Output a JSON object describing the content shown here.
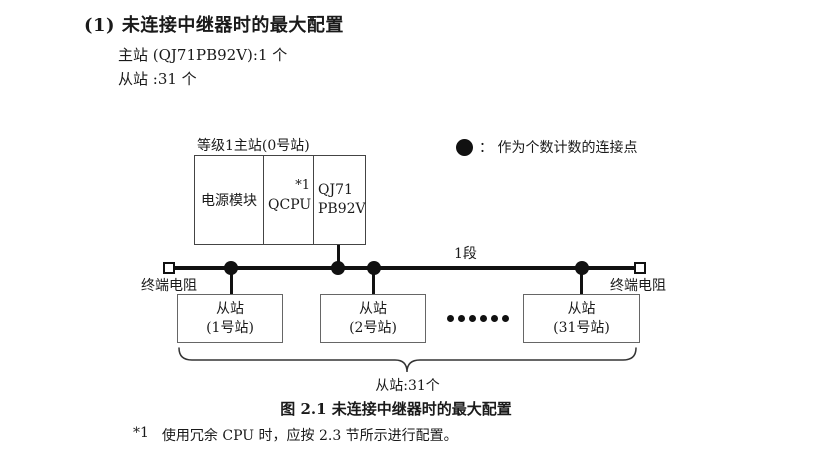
{
  "page": {
    "heading": "(1) 未连接中继器时的最大配置",
    "spec_lines": [
      "主站 (QJ71PB92V):1 个",
      "从站 :31 个"
    ]
  },
  "legend": {
    "symbol": "connection-point-dot",
    "dot_color": "#111111",
    "text": "： 作为个数计数的连接点"
  },
  "diagram": {
    "master": {
      "label": "等级1主站(0号站)",
      "cell_power": "电源模块",
      "cell_cpu": {
        "label": "QCPU",
        "note": "*1"
      },
      "cell_module": {
        "line1": "QJ71",
        "line2": "PB92V"
      }
    },
    "bus": {
      "segment_label": "1段",
      "terminator_left": "终端电阻",
      "terminator_right": "终端电阻",
      "connection_dot_count": 4
    },
    "slaves": [
      {
        "line1": "从站",
        "line2": "(1号站)"
      },
      {
        "line1": "从站",
        "line2": "(2号站)"
      },
      {
        "line1": "从站",
        "line2": "(31号站)"
      }
    ],
    "bracket_label": "从站:31个"
  },
  "caption": "图 2.1 未连接中继器时的最大配置",
  "footnote": {
    "marker": "*1",
    "text": "使用冗余 CPU 时，应按 2.3 节所示进行配置。"
  }
}
